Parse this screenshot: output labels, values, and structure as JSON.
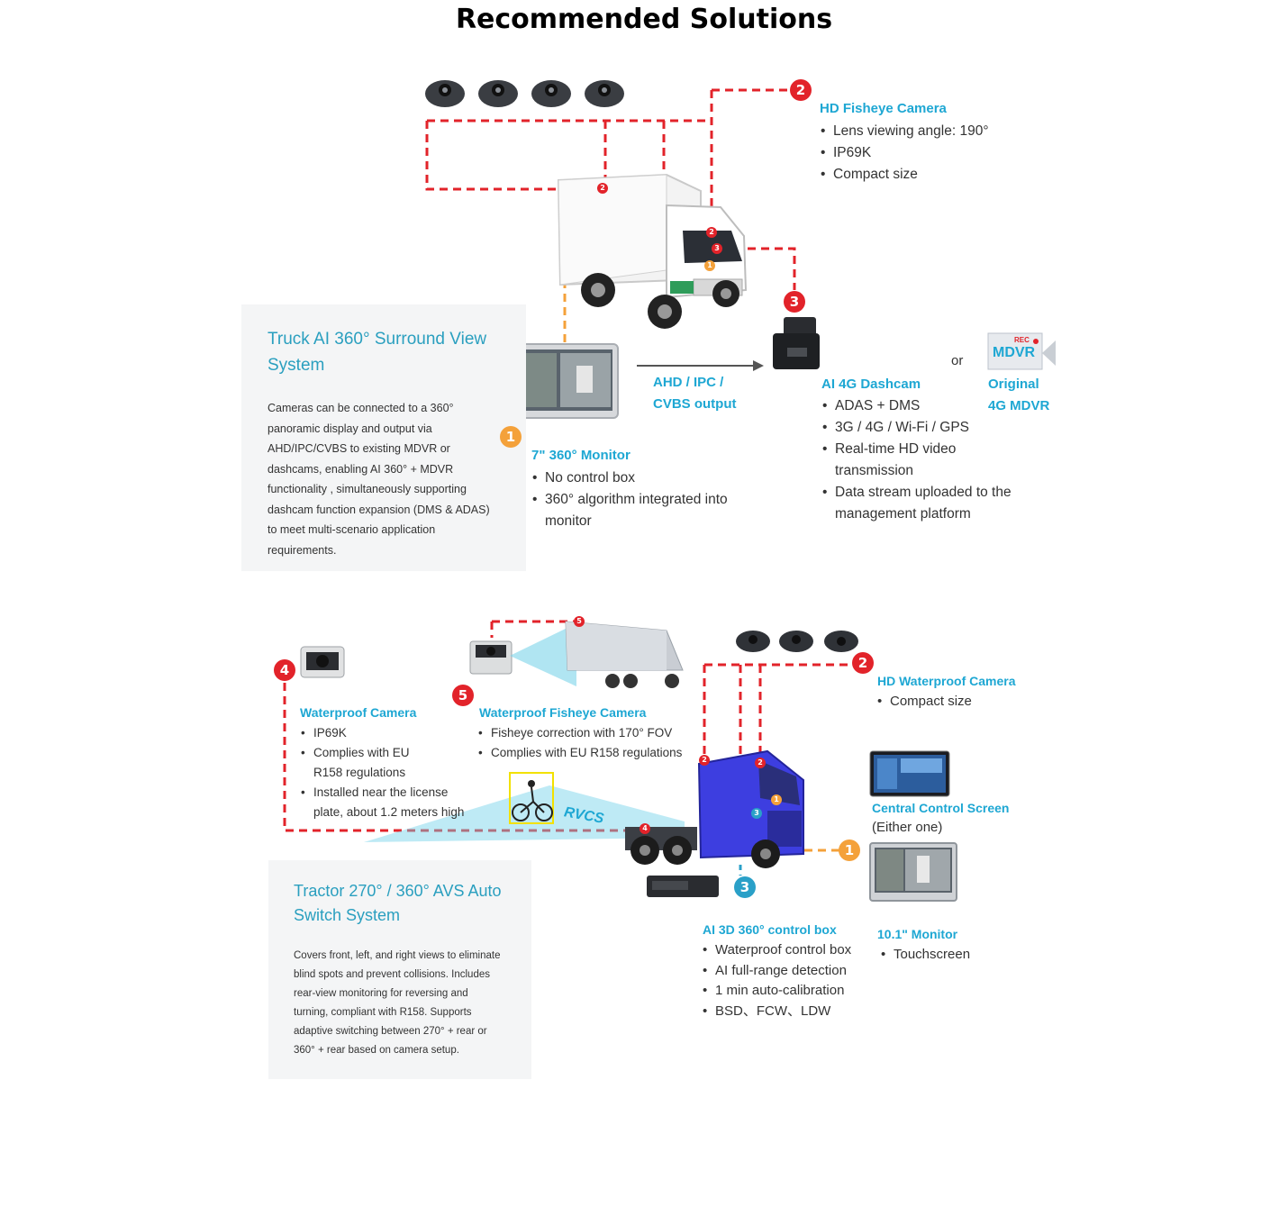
{
  "page_title": "Recommended Solutions",
  "colors": {
    "accent_blue": "#1ea7d3",
    "panel_title": "#2a9fbf",
    "dash_red": "#e2232a",
    "dash_orange": "#f4a13a",
    "badge_teal": "#2aa0c8",
    "panel_bg": "#f4f5f6"
  },
  "section1": {
    "panel": {
      "title_line1": "Truck AI 360° Surround View",
      "title_line2": "System",
      "lines": [
        "Cameras can be connected to a 360°",
        "panoramic display and output via",
        "AHD/IPC/CVBS to existing MDVR or",
        "dashcams, enabling AI 360° + MDVR",
        "functionality , simultaneously supporting",
        "dashcam function expansion (DMS & ADAS)",
        "to meet multi-scenario application",
        "requirements."
      ]
    },
    "hd_fisheye": {
      "badge": "2",
      "title": "HD Fisheye Camera",
      "bullets": [
        "Lens viewing angle: 190°",
        "IP69K",
        "Compact size"
      ]
    },
    "monitor": {
      "badge": "1",
      "title": "7\" 360° Monitor",
      "bullet1": "No control box",
      "bullet2_line1": "360° algorithm integrated into",
      "bullet2_line2": "monitor"
    },
    "output_line1": "AHD / IPC /",
    "output_line2": "CVBS output",
    "dashcam": {
      "badge": "3",
      "title": "AI 4G Dashcam",
      "b1": "ADAS + DMS",
      "b2": "3G / 4G / Wi-Fi / GPS",
      "b3_line1": "Real-time HD video",
      "b3_line2": "transmission",
      "b4_line1": "Data stream uploaded to the",
      "b4_line2": "management platform"
    },
    "or_label": "or",
    "mdvr_icon_text": "MDVR",
    "mdvr_rec": "REC",
    "mdvr_title_line1": "Original",
    "mdvr_title_line2": "4G MDVR",
    "truck_badge_labels": [
      "2",
      "2",
      "3",
      "1"
    ]
  },
  "section2": {
    "panel": {
      "title_line1": "Tractor 270° / 360° AVS Auto",
      "title_line2": "Switch System",
      "lines": [
        "Covers front, left, and right views to eliminate",
        "blind spots and prevent collisions. Includes",
        "rear-view monitoring for reversing and",
        "turning, compliant with R158. Supports",
        "adaptive switching between 270° + rear or",
        "360° + rear based on camera setup."
      ]
    },
    "waterproof": {
      "badge": "4",
      "title": "Waterproof Camera",
      "b1": "IP69K",
      "b2_line1": "Complies with EU",
      "b2_line2": "R158 regulations",
      "b3_line1": "Installed near the license",
      "b3_line2": "plate, about 1.2 meters high"
    },
    "fisheye": {
      "badge": "5",
      "title": "Waterproof Fisheye Camera",
      "bullets": [
        "Fisheye correction with 170° FOV",
        "Complies with EU R158 regulations"
      ]
    },
    "hd_waterproof": {
      "badge": "2",
      "title": "HD Waterproof Camera",
      "bullets": [
        "Compact size"
      ]
    },
    "central_screen": {
      "title": "Central Control Screen",
      "note": "(Either one)"
    },
    "monitor": {
      "badge": "1",
      "title": "10.1\" Monitor",
      "bullets": [
        "Touchscreen"
      ]
    },
    "control_box": {
      "badge": "3",
      "title": "AI 3D 360° control box",
      "bullets": [
        "Waterproof control box",
        "AI full-range detection",
        "1 min auto-calibration",
        "BSD、FCW、LDW"
      ]
    },
    "rvcs_label": "RVCS",
    "small_badges": [
      "5",
      "2",
      "2",
      "4",
      "1",
      "3"
    ]
  }
}
